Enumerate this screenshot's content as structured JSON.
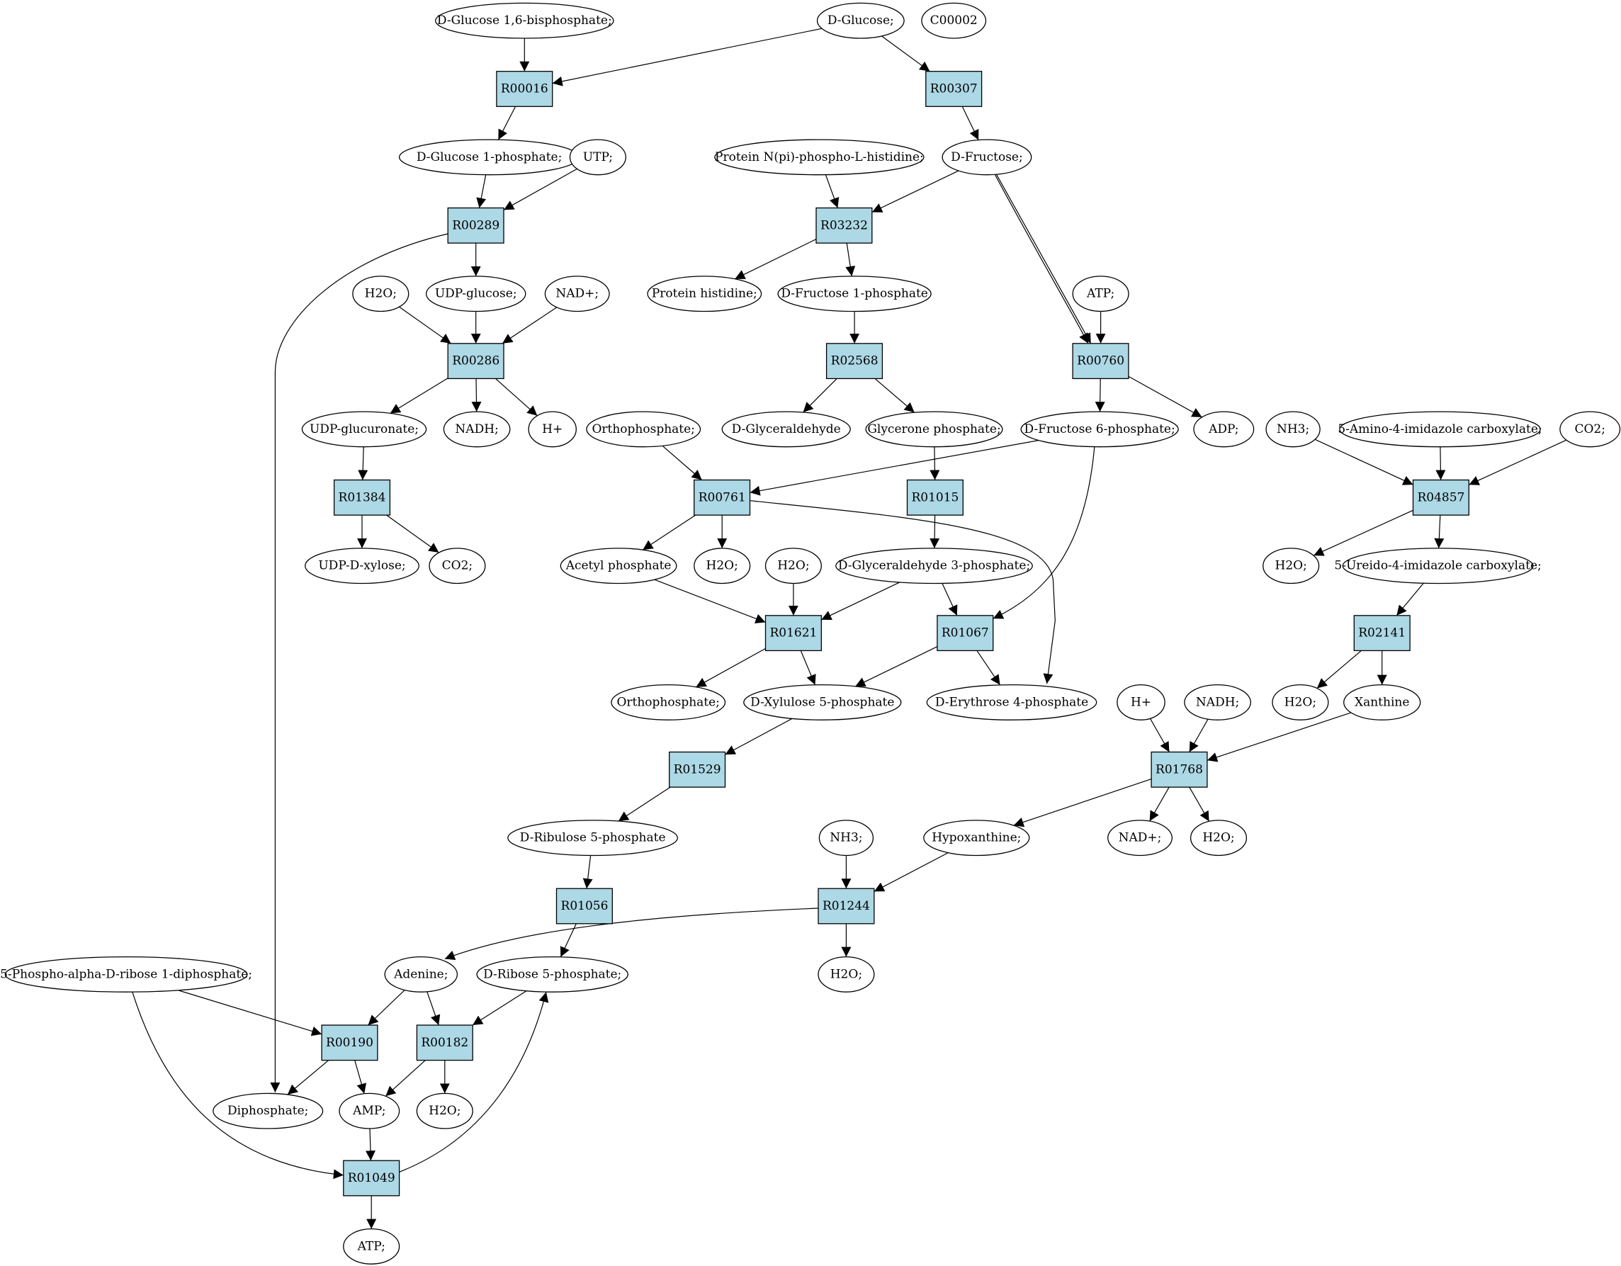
{
  "colors": {
    "reaction_fill": "#add8e6",
    "metabolite_fill": "#ffffff",
    "query_compound": "#00ee00",
    "highlight_compound": "#ffff00",
    "stroke": "#000000"
  },
  "reactions": {
    "R00016": "R00016",
    "R00307": "R00307",
    "R00289": "R00289",
    "R03232": "R03232",
    "R00286": "R00286",
    "R02568": "R02568",
    "R00760": "R00760",
    "R01384": "R01384",
    "R00761": "R00761",
    "R01015": "R01015",
    "R04857": "R04857",
    "R01621": "R01621",
    "R01067": "R01067",
    "R02141": "R02141",
    "R01529": "R01529",
    "R01768": "R01768",
    "R01056": "R01056",
    "R01244": "R01244",
    "R00190": "R00190",
    "R00182": "R00182",
    "R01049": "R01049"
  },
  "compounds": {
    "glc16bp": "D-Glucose 1,6-bisphosphate;",
    "glucose": "D-Glucose;",
    "c00002": "C00002",
    "glc1p": "D-Glucose 1-phosphate;",
    "utp": "UTP;",
    "phishis": "Protein N(pi)-phospho-L-histidine;",
    "fructose": "D-Fructose;",
    "h2o_1": "H2O;",
    "udpglc": "UDP-glucose;",
    "nad_1": "NAD+;",
    "protHis": "Protein histidine;",
    "fru1p": "D-Fructose 1-phosphate",
    "atp_1": "ATP;",
    "udpglcA": "UDP-glucuronate;",
    "nadh_1": "NADH;",
    "hplus_1": "H+",
    "orthoP_1": "Orthophosphate;",
    "dGlyald": "D-Glyceraldehyde",
    "dhap": "Glycerone phosphate;",
    "fru6p": "D-Fructose 6-phosphate;",
    "adp": "ADP;",
    "nh3_1": "NH3;",
    "aicx": "5-Amino-4-imidazole carboxylate;",
    "co2_1": "CO2;",
    "udpxyl": "UDP-D-xylose;",
    "co2_2": "CO2;",
    "acetylP": "Acetyl phosphate",
    "h2o_2": "H2O;",
    "h2o_3": "H2O;",
    "g3p": "D-Glyceraldehyde 3-phosphate;",
    "h2o_4": "H2O;",
    "uicx": "5-Ureido-4-imidazole carboxylate;",
    "orthoP_2": "Orthophosphate;",
    "xu5p": "D-Xylulose 5-phosphate",
    "e4p": "D-Erythrose 4-phosphate",
    "hplus_2": "H+",
    "nadh_2": "NADH;",
    "h2o_5": "H2O;",
    "xanthine": "Xanthine",
    "ru5p": "D-Ribulose 5-phosphate",
    "nh3_2": "NH3;",
    "hypox": "Hypoxanthine;",
    "nad_2": "NAD+;",
    "h2o_6": "H2O;",
    "prpp": "5-Phospho-alpha-D-ribose 1-diphosphate;",
    "adenine": "Adenine;",
    "r5p": "D-Ribose 5-phosphate;",
    "h2o_7": "H2O;",
    "diphos": "Diphosphate;",
    "amp": "AMP;",
    "h2o_8": "H2O;",
    "atp_2": "ATP;"
  }
}
